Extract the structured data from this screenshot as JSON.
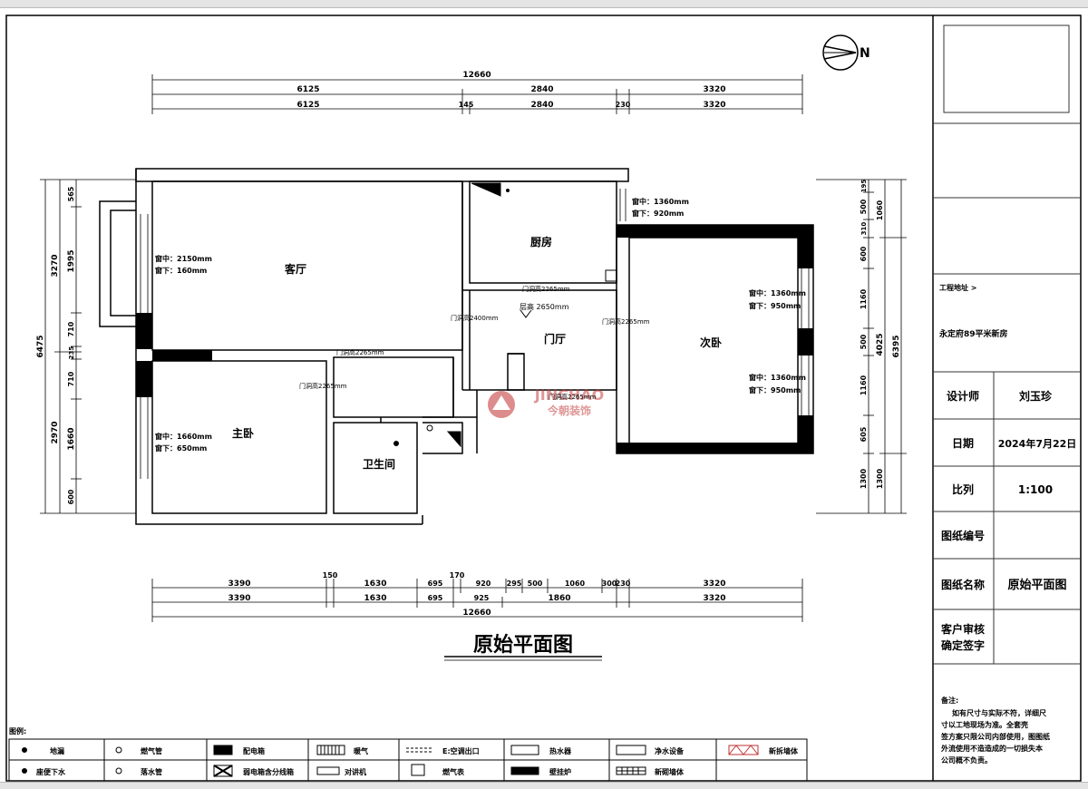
{
  "north_label": "N",
  "drawing_title": "原始平面图",
  "watermark": {
    "brand": "JINCHAO",
    "cn": "今朝装饰"
  },
  "dims": {
    "top_total": "12660",
    "top_row1": [
      "6125",
      "2840",
      "3320"
    ],
    "top_row2": [
      "6125",
      "145",
      "2840",
      "230",
      "3320"
    ],
    "bot_row1": [
      "3390",
      "150",
      "1630",
      "695",
      "170",
      "920",
      "295",
      "500",
      "1060",
      "300",
      "230",
      "3320"
    ],
    "bot_row2": [
      "3390",
      "1630",
      "695",
      "925",
      "1860",
      "3320"
    ],
    "bot_total": "12660",
    "left_outer": "6475",
    "left_mid": [
      "3270",
      "2970"
    ],
    "left_inner": [
      "565",
      "1995",
      "710",
      "235",
      "710",
      "1660",
      "600"
    ],
    "right_outer": "6395",
    "right_mid": [
      "1060",
      "4025",
      "1300"
    ],
    "right_inner": [
      "195",
      "500",
      "310",
      "600",
      "1160",
      "500",
      "1160",
      "605",
      "1300"
    ]
  },
  "rooms": {
    "living": "客厅",
    "kitchen": "厨房",
    "foyer": "门厅",
    "second_bed": "次卧",
    "master_bed": "主卧",
    "bathroom": "卫生间"
  },
  "annotations": {
    "living_win_top": "窗中：2150mm",
    "living_win_bottom": "窗下：160mm",
    "kitchen_win_top": "窗中：1360mm",
    "kitchen_win_bottom": "窗下：920mm",
    "second_win1_top": "窗中：1360mm",
    "second_win1_bottom": "窗下：950mm",
    "second_win2_top": "窗中：1360mm",
    "second_win2_bottom": "窗下：950mm",
    "master_win_top": "窗中：1660mm",
    "master_win_bottom": "窗下：650mm",
    "ceiling": "层高 2650mm",
    "door_kitchen": "门洞高2265mm",
    "door_living": "门洞高2400mm",
    "door_second": "门洞高2265mm",
    "door_corridor": "门洞高2265mm",
    "door_master": "门洞高2265mm",
    "door_bath": "门洞高2265mm"
  },
  "title_block": {
    "address_label": "工程地址 >",
    "address_value": "永定府89平米新房",
    "designer_label": "设计师",
    "designer_value": "刘玉珍",
    "date_label": "日期",
    "date_value": "2024年7月22日",
    "scale_label": "比列",
    "scale_value": "1:100",
    "drawing_no_label": "图纸编号",
    "drawing_no_value": "",
    "drawing_name_label": "图纸名称",
    "drawing_name_value": "原始平面图",
    "client_label_1": "客户审核",
    "client_label_2": "确定签字",
    "notes_title": "备注:",
    "notes": [
      "如有尺寸与实际不符，详细尺",
      "寸以工地现场为准。全套壳",
      "签方案只限公司内部使用，图图纸",
      "外流使用不造造成的一切损失本",
      "公司概不负责。"
    ]
  },
  "legend": {
    "title": "图例:",
    "items": [
      "地漏",
      "座便下水",
      "燃气管",
      "落水管",
      "配电箱",
      "弱电箱含分线箱",
      "暖气",
      "对讲机",
      "E:空调出口",
      "燃气表",
      "热水器",
      "壁挂炉",
      "净水设备",
      "新砌墙体",
      "新拆墙体"
    ]
  },
  "colors": {
    "line": "#000000",
    "watermark": "#c03030",
    "tb_line": "#333333"
  }
}
